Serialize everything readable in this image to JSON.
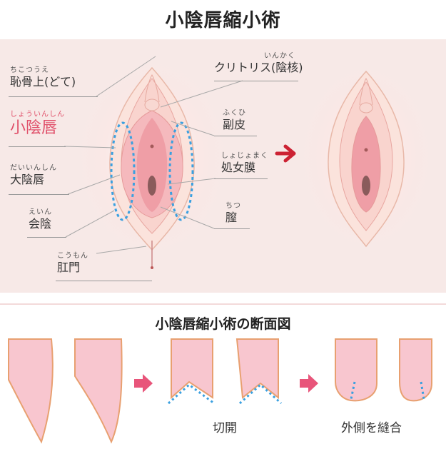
{
  "title": "小陰唇縮小術",
  "labels": {
    "chikotsu": {
      "ruby": "ちこつうえ",
      "text": "恥骨上(どて)"
    },
    "shoinshin": {
      "ruby": "しょういんしん",
      "text": "小陰唇"
    },
    "daiinshin": {
      "ruby": "だいいんしん",
      "text": "大陰唇"
    },
    "ein": {
      "ruby": "えいん",
      "text": "会陰"
    },
    "komon": {
      "ruby": "こうもん",
      "text": "肛門"
    },
    "clitoris": {
      "ruby": "いんかく",
      "text": "クリトリス(陰核)"
    },
    "fukuhi": {
      "ruby": "ふくひ",
      "text": "副皮"
    },
    "shojomaku": {
      "ruby": "しょじょまく",
      "text": "処女膜"
    },
    "chitsu": {
      "ruby": "ちつ",
      "text": "膣"
    }
  },
  "section2": {
    "title": "小陰唇縮小術の断面図",
    "cut_caption": "切開",
    "suture_caption": "外側を縫合"
  },
  "colors": {
    "accent_red": "#cc2233",
    "arrow_pink": "#e8557a",
    "dotted_blue": "#3aa0e0",
    "tissue_pink": "#f8c6cf",
    "outline_orange": "#e8a070",
    "label_pink": "#e0506a"
  }
}
